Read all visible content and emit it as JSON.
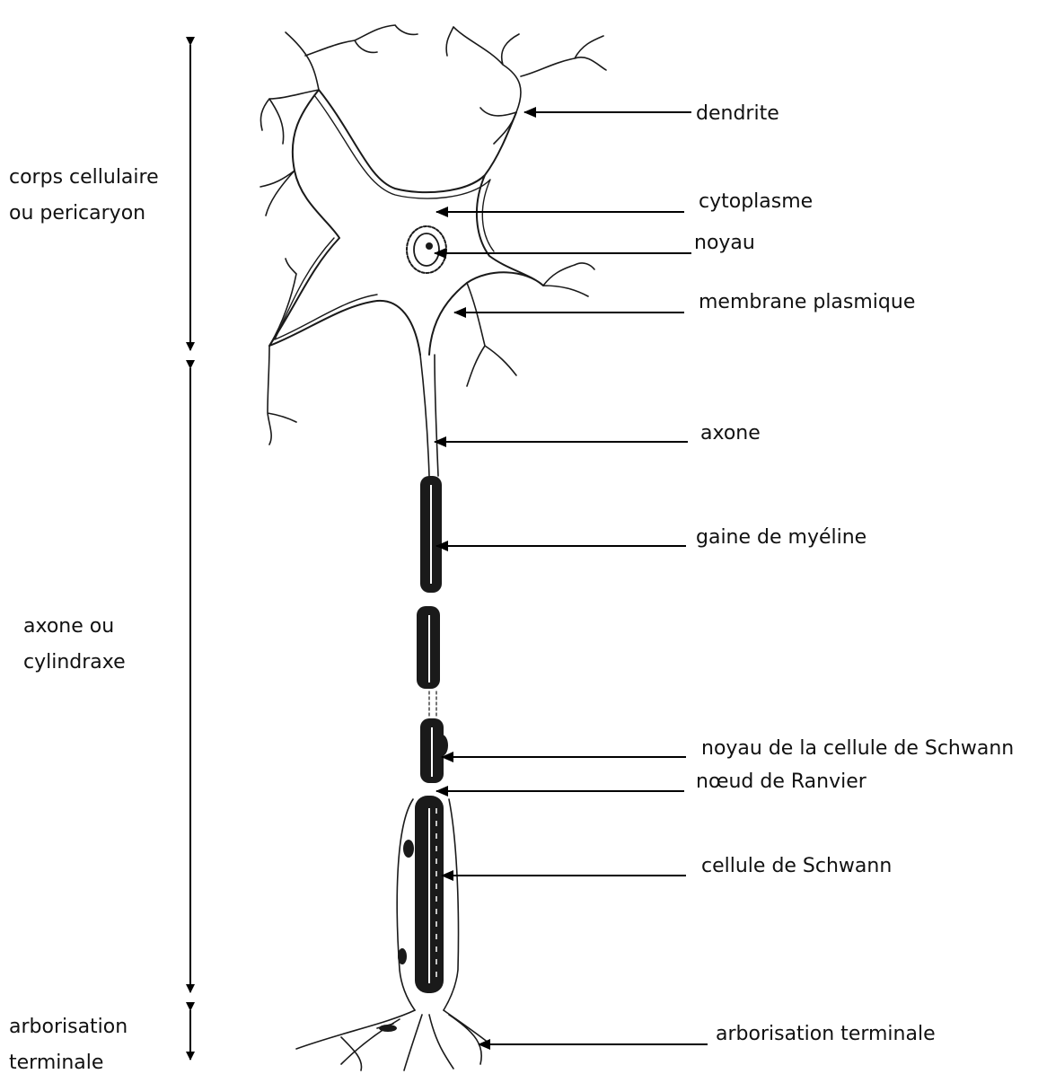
{
  "section_labels": {
    "soma": [
      "corps cellulaire",
      "ou pericaryon"
    ],
    "axon": [
      "axone ou",
      "cylindraxe"
    ],
    "terminal": [
      "arborisation",
      "terminale"
    ]
  },
  "labels": {
    "dendrite": "dendrite",
    "cytoplasme": "cytoplasme",
    "noyau": "noyau",
    "membrane": "membrane plasmique",
    "axone": "axone",
    "myeline": "gaine de myéline",
    "noyau_schwann": "noyau de la cellule de Schwann",
    "ranvier": "nœud de Ranvier",
    "schwann": "cellule de Schwann",
    "arborisation": "arborisation terminale"
  },
  "colors": {
    "ink": "#1a1a1a",
    "background": "#ffffff"
  }
}
